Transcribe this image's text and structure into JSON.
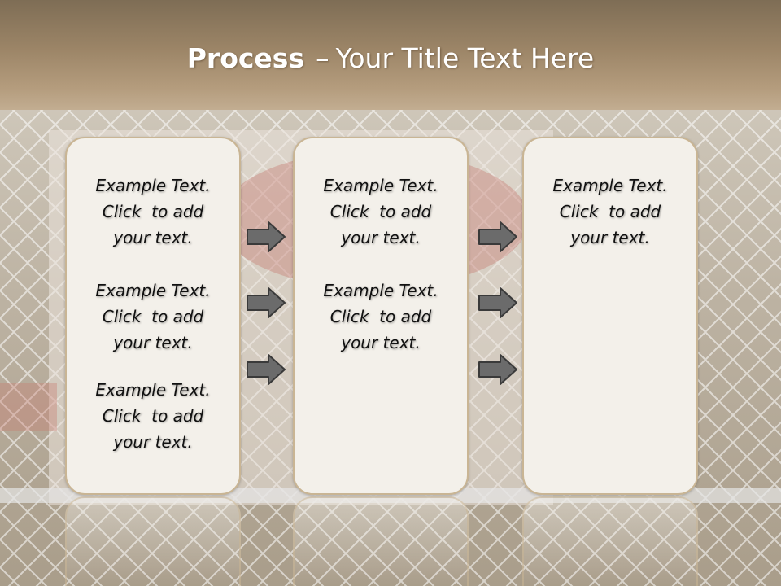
{
  "title": {
    "bold": "Process",
    "separator": "–",
    "rest": "Your Title Text Here"
  },
  "columns": [
    {
      "items": [
        [
          "Example Text.",
          "Click  to add",
          "your text."
        ],
        [
          "Example Text.",
          "Click  to add",
          "your text."
        ],
        [
          "Example Text.",
          "Click  to add",
          "your text."
        ]
      ]
    },
    {
      "items": [
        [
          "Example Text.",
          "Click  to add",
          "your text."
        ],
        [
          "Example Text.",
          "Click  to add",
          "your text."
        ]
      ]
    },
    {
      "items": [
        [
          "Example Text.",
          "Click  to add",
          "your text."
        ]
      ]
    }
  ],
  "arrow_icon": "right-arrow-icon",
  "colors": {
    "title_band": "#9c8567",
    "box_fill": "#f3f0ea",
    "box_border": "#c9b594",
    "arrow_fill": "#6b6b6b"
  }
}
